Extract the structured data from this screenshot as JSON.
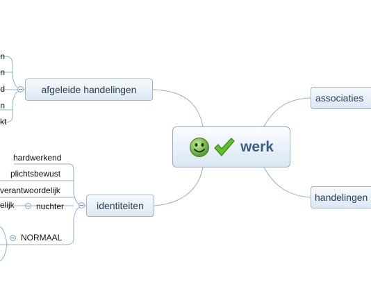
{
  "central": {
    "title": "werk",
    "icons": [
      "smiley-icon",
      "checkmark-icon"
    ]
  },
  "main_topics": {
    "afgeleide": "afgeleide handelingen",
    "identiteiten": "identiteiten",
    "associaties": "associaties",
    "handelingen": "handelingen"
  },
  "afgeleide_children": [
    "n",
    "n",
    "d",
    "n",
    "kt"
  ],
  "identiteiten_children": {
    "hardwerkend": "hardwerkend",
    "plichtsbewust": "plichtsbewust",
    "verantwoordelijk": "verantwoordelijk",
    "elijk": "elijk",
    "nuchter": "nuchter",
    "normaal": "NORMAAL"
  },
  "colors": {
    "edge": "#8fb0cf",
    "border": "#9fb4cc",
    "title": "#3b5f84"
  }
}
